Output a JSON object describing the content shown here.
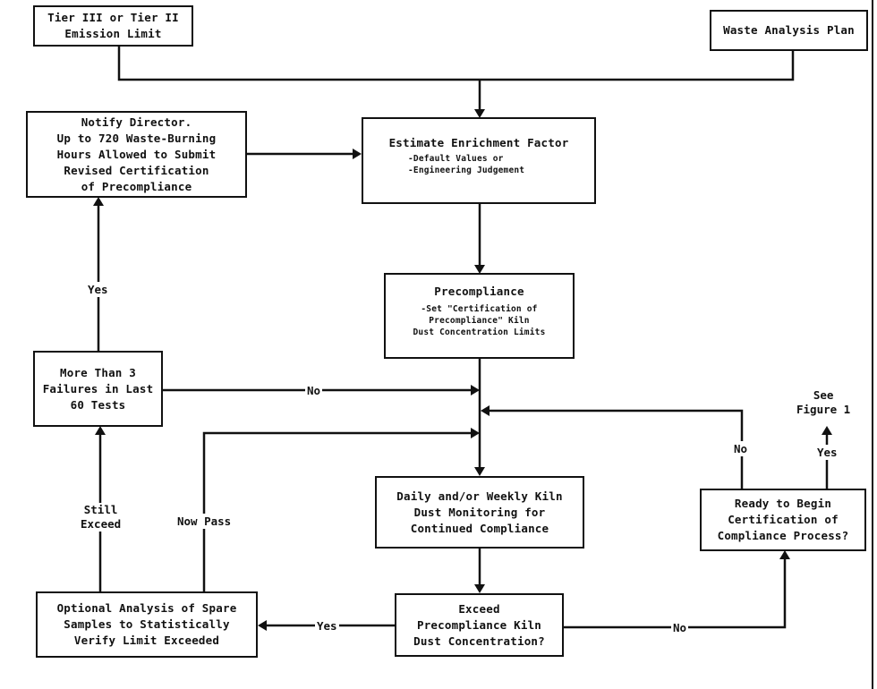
{
  "diagram": {
    "nodes": {
      "emission_limit": {
        "lines": [
          "Tier III or Tier II",
          "Emission Limit"
        ]
      },
      "waste_analysis": {
        "lines": [
          "Waste Analysis Plan"
        ]
      },
      "notify_director": {
        "lines": [
          "Notify Director.",
          "Up to 720 Waste-Burning",
          "Hours Allowed to Submit",
          "Revised Certification",
          "of Precompliance"
        ]
      },
      "enrichment_factor": {
        "title": "Estimate Enrichment Factor",
        "bullets": [
          "-Default Values or",
          "-Engineering Judgement"
        ]
      },
      "precompliance": {
        "title": "Precompliance",
        "bullets": [
          "-Set \"Certification of",
          "Precompliance\" Kiln",
          "Dust Concentration Limits"
        ]
      },
      "failures": {
        "lines": [
          "More Than 3",
          "Failures in Last",
          "60 Tests"
        ]
      },
      "monitoring": {
        "lines": [
          "Daily and/or Weekly Kiln",
          "Dust Monitoring for",
          "Continued Compliance"
        ]
      },
      "exceed": {
        "lines": [
          "Exceed",
          "Precompliance Kiln",
          "Dust Concentration?"
        ]
      },
      "optional_analysis": {
        "lines": [
          "Optional Analysis of Spare",
          "Samples to Statistically",
          "Verify Limit Exceeded"
        ]
      },
      "ready_certification": {
        "lines": [
          "Ready to Begin",
          "Certification of",
          "Compliance Process?"
        ]
      }
    },
    "edge_labels": {
      "failures_yes": "Yes",
      "failures_no": "No",
      "still_exceed": [
        "Still",
        "Exceed"
      ],
      "now_pass": "Now Pass",
      "exceed_yes": "Yes",
      "exceed_no": "No",
      "ready_no": "No",
      "ready_yes": "Yes",
      "see_figure": [
        "See",
        "Figure 1"
      ]
    },
    "edges": [
      {
        "from": "emission_limit",
        "to": "enrichment_factor"
      },
      {
        "from": "waste_analysis",
        "to": "enrichment_factor"
      },
      {
        "from": "notify_director",
        "to": "enrichment_factor"
      },
      {
        "from": "enrichment_factor",
        "to": "precompliance"
      },
      {
        "from": "precompliance",
        "to": "monitoring"
      },
      {
        "from": "monitoring",
        "to": "exceed"
      },
      {
        "from": "exceed",
        "to": "optional_analysis",
        "label": "Yes"
      },
      {
        "from": "exceed",
        "to": "ready_certification",
        "label": "No"
      },
      {
        "from": "optional_analysis",
        "to": "failures",
        "label": "Still Exceed"
      },
      {
        "from": "optional_analysis",
        "to": "monitoring",
        "label": "Now Pass"
      },
      {
        "from": "failures",
        "to": "notify_director",
        "label": "Yes"
      },
      {
        "from": "failures",
        "to": "monitoring",
        "label": "No"
      },
      {
        "from": "ready_certification",
        "to": "monitoring",
        "label": "No"
      },
      {
        "from": "ready_certification",
        "to": "see_figure_1",
        "label": "Yes"
      }
    ]
  }
}
